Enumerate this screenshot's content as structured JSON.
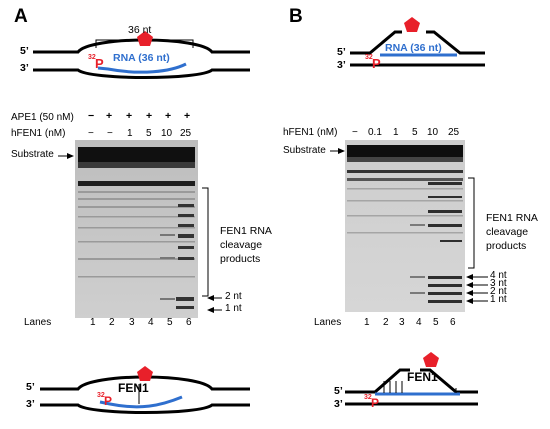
{
  "panel_a": {
    "letter": "A",
    "diagram_top": {
      "length_label": "36 nt",
      "strand_5": "5’",
      "strand_3": "3’",
      "label_32": "32",
      "label_p": "P",
      "rna_label": "RNA (36 nt)"
    },
    "ape1_label": "APE1 (50 nM)",
    "ape1_marks": [
      "−",
      "+",
      "+",
      "+",
      "+",
      "+"
    ],
    "hfen1_label": "hFEN1 (nM)",
    "hfen1_values": [
      "−",
      "−",
      "1",
      "5",
      "10",
      "25"
    ],
    "substrate_label": "Substrate",
    "cleavage_label": [
      "FEN1 RNA",
      "cleavage",
      "products"
    ],
    "size_markers": [
      "2 nt",
      "1 nt"
    ],
    "lanes_label": "Lanes",
    "lane_numbers": [
      "1",
      "2",
      "3",
      "4",
      "5",
      "6"
    ],
    "diagram_bottom": {
      "enzyme": "FEN1",
      "strand_5": "5’",
      "strand_3": "3’",
      "label_32": "32",
      "label_p": "P"
    }
  },
  "panel_b": {
    "letter": "B",
    "diagram_top": {
      "strand_5": "5’",
      "strand_3": "3’",
      "label_32": "32",
      "label_p": "P",
      "rna_label": "RNA (36 nt)"
    },
    "hfen1_label": "hFEN1 (nM)",
    "hfen1_values": [
      "−",
      "0.1",
      "1",
      "5",
      "10",
      "25"
    ],
    "substrate_label": "Substrate",
    "cleavage_label": [
      "FEN1 RNA",
      "cleavage",
      "products"
    ],
    "size_markers": [
      "4 nt",
      "3 nt",
      "2 nt",
      "1 nt"
    ],
    "lanes_label": "Lanes",
    "lane_numbers": [
      "1",
      "2",
      "3",
      "4",
      "5",
      "6"
    ],
    "diagram_bottom": {
      "enzyme": "FEN1",
      "strand_5": "5’",
      "strand_3": "3’",
      "label_32": "32",
      "label_p": "P"
    }
  },
  "colors": {
    "rna": "#2f6fce",
    "label_red": "#e8202a",
    "pentagon": "#e8202a",
    "gel": "#c8c8c8"
  }
}
